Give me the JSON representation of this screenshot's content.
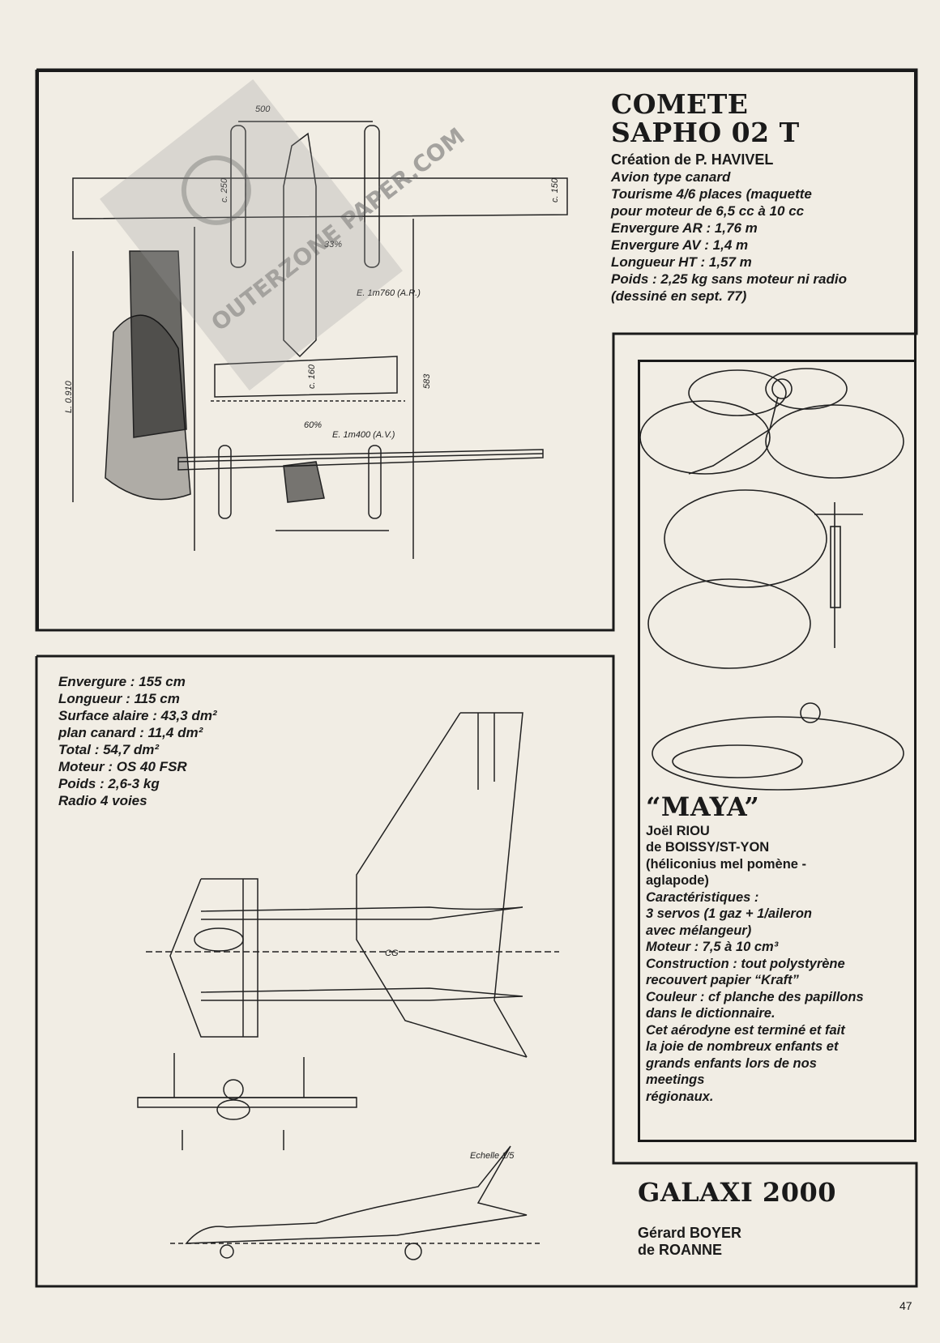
{
  "comete": {
    "title_line1": "COMETE",
    "title_line2": "SAPHO 02 T",
    "author": "Création de P. HAVIVEL",
    "specs": [
      "Avion type canard",
      "Tourisme 4/6 places (maquette",
      "pour moteur de 6,5 cc à 10 cc",
      "Envergure AR : 1,76 m",
      "Envergure AV : 1,4 m",
      "Longueur HT : 1,57 m",
      "Poids : 2,25 kg sans moteur ni radio",
      "(dessiné en sept. 77)"
    ],
    "drawing_labels": {
      "span_rear": "E. 1m760 (A.R.)",
      "span_front": "E. 1m400 (A.V.)",
      "length": "L. 0.910",
      "chord_250": "c. 250",
      "chord_150": "c. 150",
      "chord_160": "c. 160",
      "dim_500": "500",
      "pct_33": "33%",
      "pct_60": "60%",
      "dim_583": "583"
    }
  },
  "maya": {
    "title": "“MAYA”",
    "author_lines": [
      "Joël RIOU",
      "de BOISSY/ST-YON"
    ],
    "species_lines": [
      "(héliconius mel pomène -",
      "aglapode)"
    ],
    "specs": [
      "Caractéristiques :",
      "3 servos (1 gaz + 1/aileron",
      "avec mélangeur)",
      "Moteur : 7,5 à 10 cm³",
      "Construction : tout polystyrène",
      "recouvert papier “Kraft”",
      "Couleur : cf planche des papillons",
      "dans le dictionnaire.",
      "Cet aérodyne est terminé et fait",
      "la joie de nombreux enfants et",
      "grands enfants lors de nos",
      "meetings",
      "régionaux."
    ]
  },
  "galaxi": {
    "title": "GALAXI 2000",
    "author_lines": [
      "Gérard BOYER",
      "de ROANNE"
    ],
    "specs": [
      "Envergure : 155 cm",
      "Longueur : 115 cm",
      "Surface alaire : 43,3 dm²",
      "plan canard : 11,4 dm²",
      "Total : 54,7 dm²",
      "Moteur : OS 40 FSR",
      "Poids : 2,6-3 kg",
      "Radio 4 voies"
    ],
    "drawing_labels": {
      "scale": "Echelle 1/5",
      "cg": "CG"
    }
  },
  "watermark": "OUTERZONE PAPER.COM",
  "page_number": "47"
}
